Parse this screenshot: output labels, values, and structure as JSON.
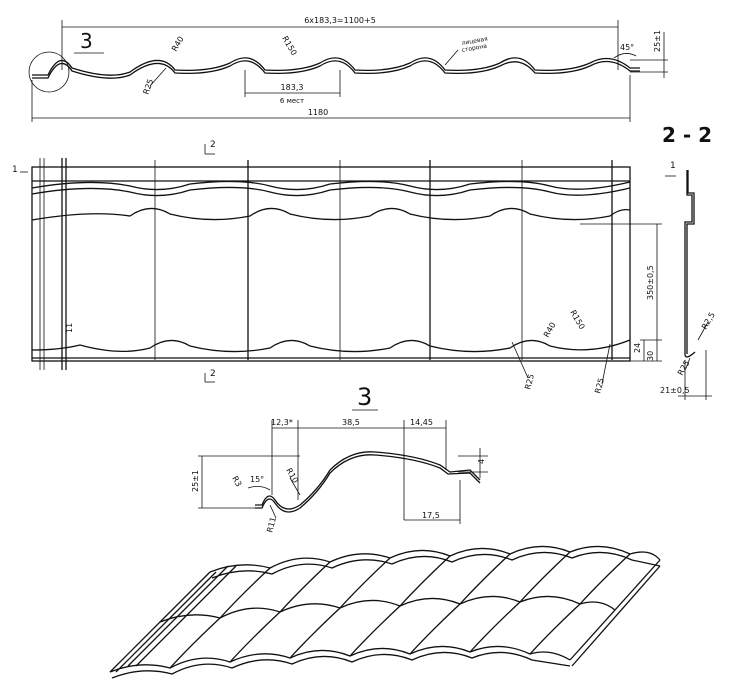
{
  "top_profile": {
    "section_marker": "3",
    "overall_dim": "6x183,3=1100+5",
    "width_dim": "1180",
    "pitch_dim": "183,3",
    "pitch_count": "6 мест",
    "height_dim": "25±1",
    "angle": "45°",
    "radius_small": "R25",
    "radius_mid": "R40",
    "radius_large": "R150",
    "note_line1": "лицевая",
    "note_line2": "сторона"
  },
  "plan_view": {
    "section_label": "2",
    "marker_1": "1",
    "height_dim": "350±0,5",
    "dim_30": "30",
    "dim_24": "24",
    "dim_11": "11",
    "radius_mid": "R40",
    "radius_large": "R150",
    "radius_small_a": "R25",
    "radius_small_b": "R25"
  },
  "section_2_2": {
    "title": "2 - 2",
    "marker_1": "1",
    "radius_a": "R2,5",
    "radius_b": "R25",
    "width_dim": "21±0,5"
  },
  "detail_3": {
    "title": "3",
    "dim_a": "12,3*",
    "dim_b": "38,5",
    "dim_c": "14,45",
    "dim_d": "4",
    "dim_e": "17,5",
    "angle": "15°",
    "height": "25±1",
    "r_a": "R3",
    "r_b": "R10",
    "r_c": "R11"
  }
}
